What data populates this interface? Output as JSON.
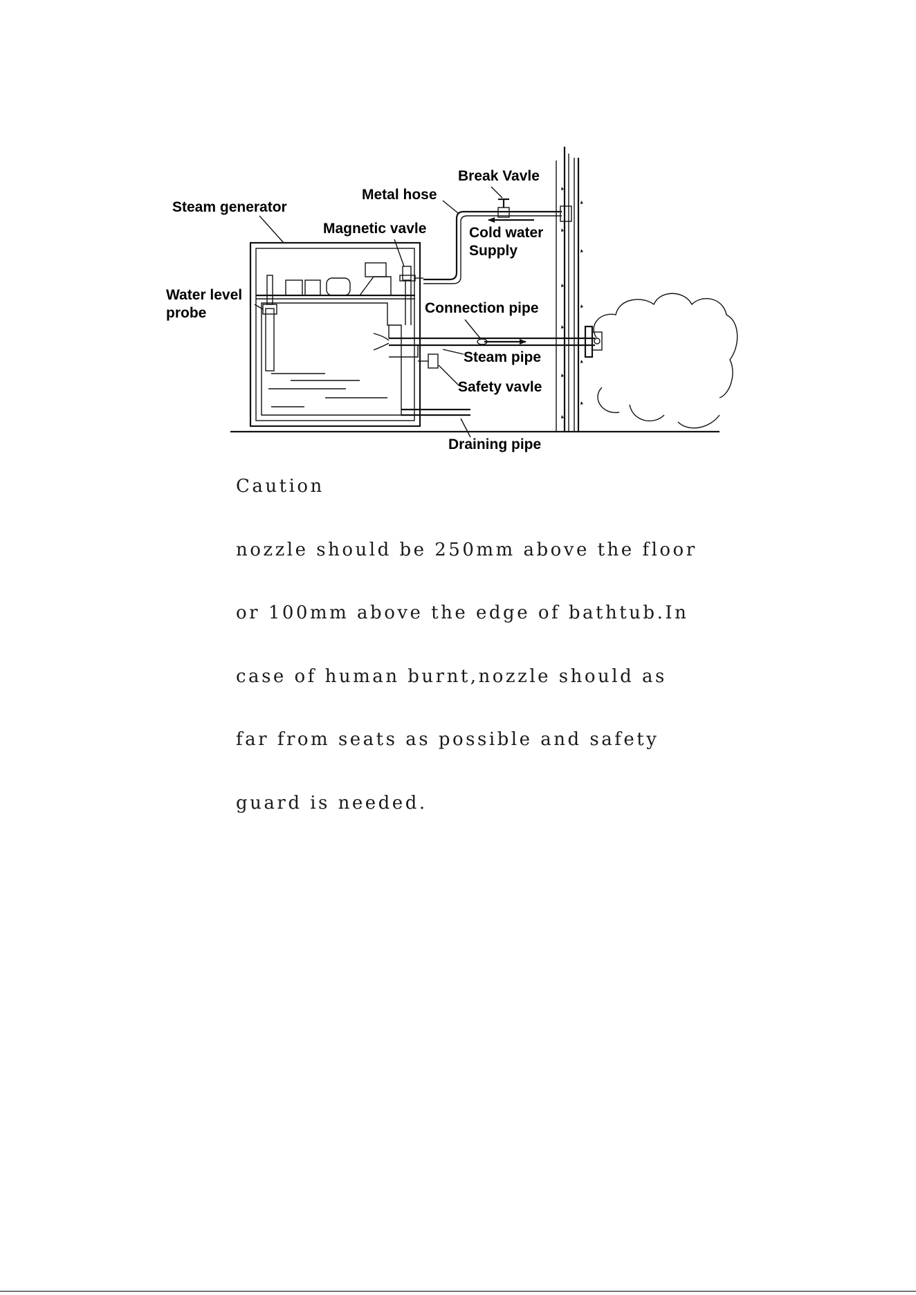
{
  "labels": {
    "steam_generator": "Steam generator",
    "metal_hose": "Metal hose",
    "break_valve": "Break Vavle",
    "magnetic_valve": "Magnetic vavle",
    "cold_water_line1": "Cold water",
    "cold_water_line2": "Supply",
    "water_level_line1": "Water level",
    "water_level_line2": "probe",
    "connection_pipe": "Connection pipe",
    "steam_pipe": "Steam pipe",
    "safety_valve": "Safety vavle",
    "draining_pipe": "Draining pipe"
  },
  "caution": {
    "title": "Caution",
    "lines": [
      "nozzle should be 250mm above the floor",
      "or 100mm above the edge of bathtub.In",
      "case of human burnt,nozzle should as",
      "far from seats as possible and safety",
      "guard is needed."
    ]
  }
}
